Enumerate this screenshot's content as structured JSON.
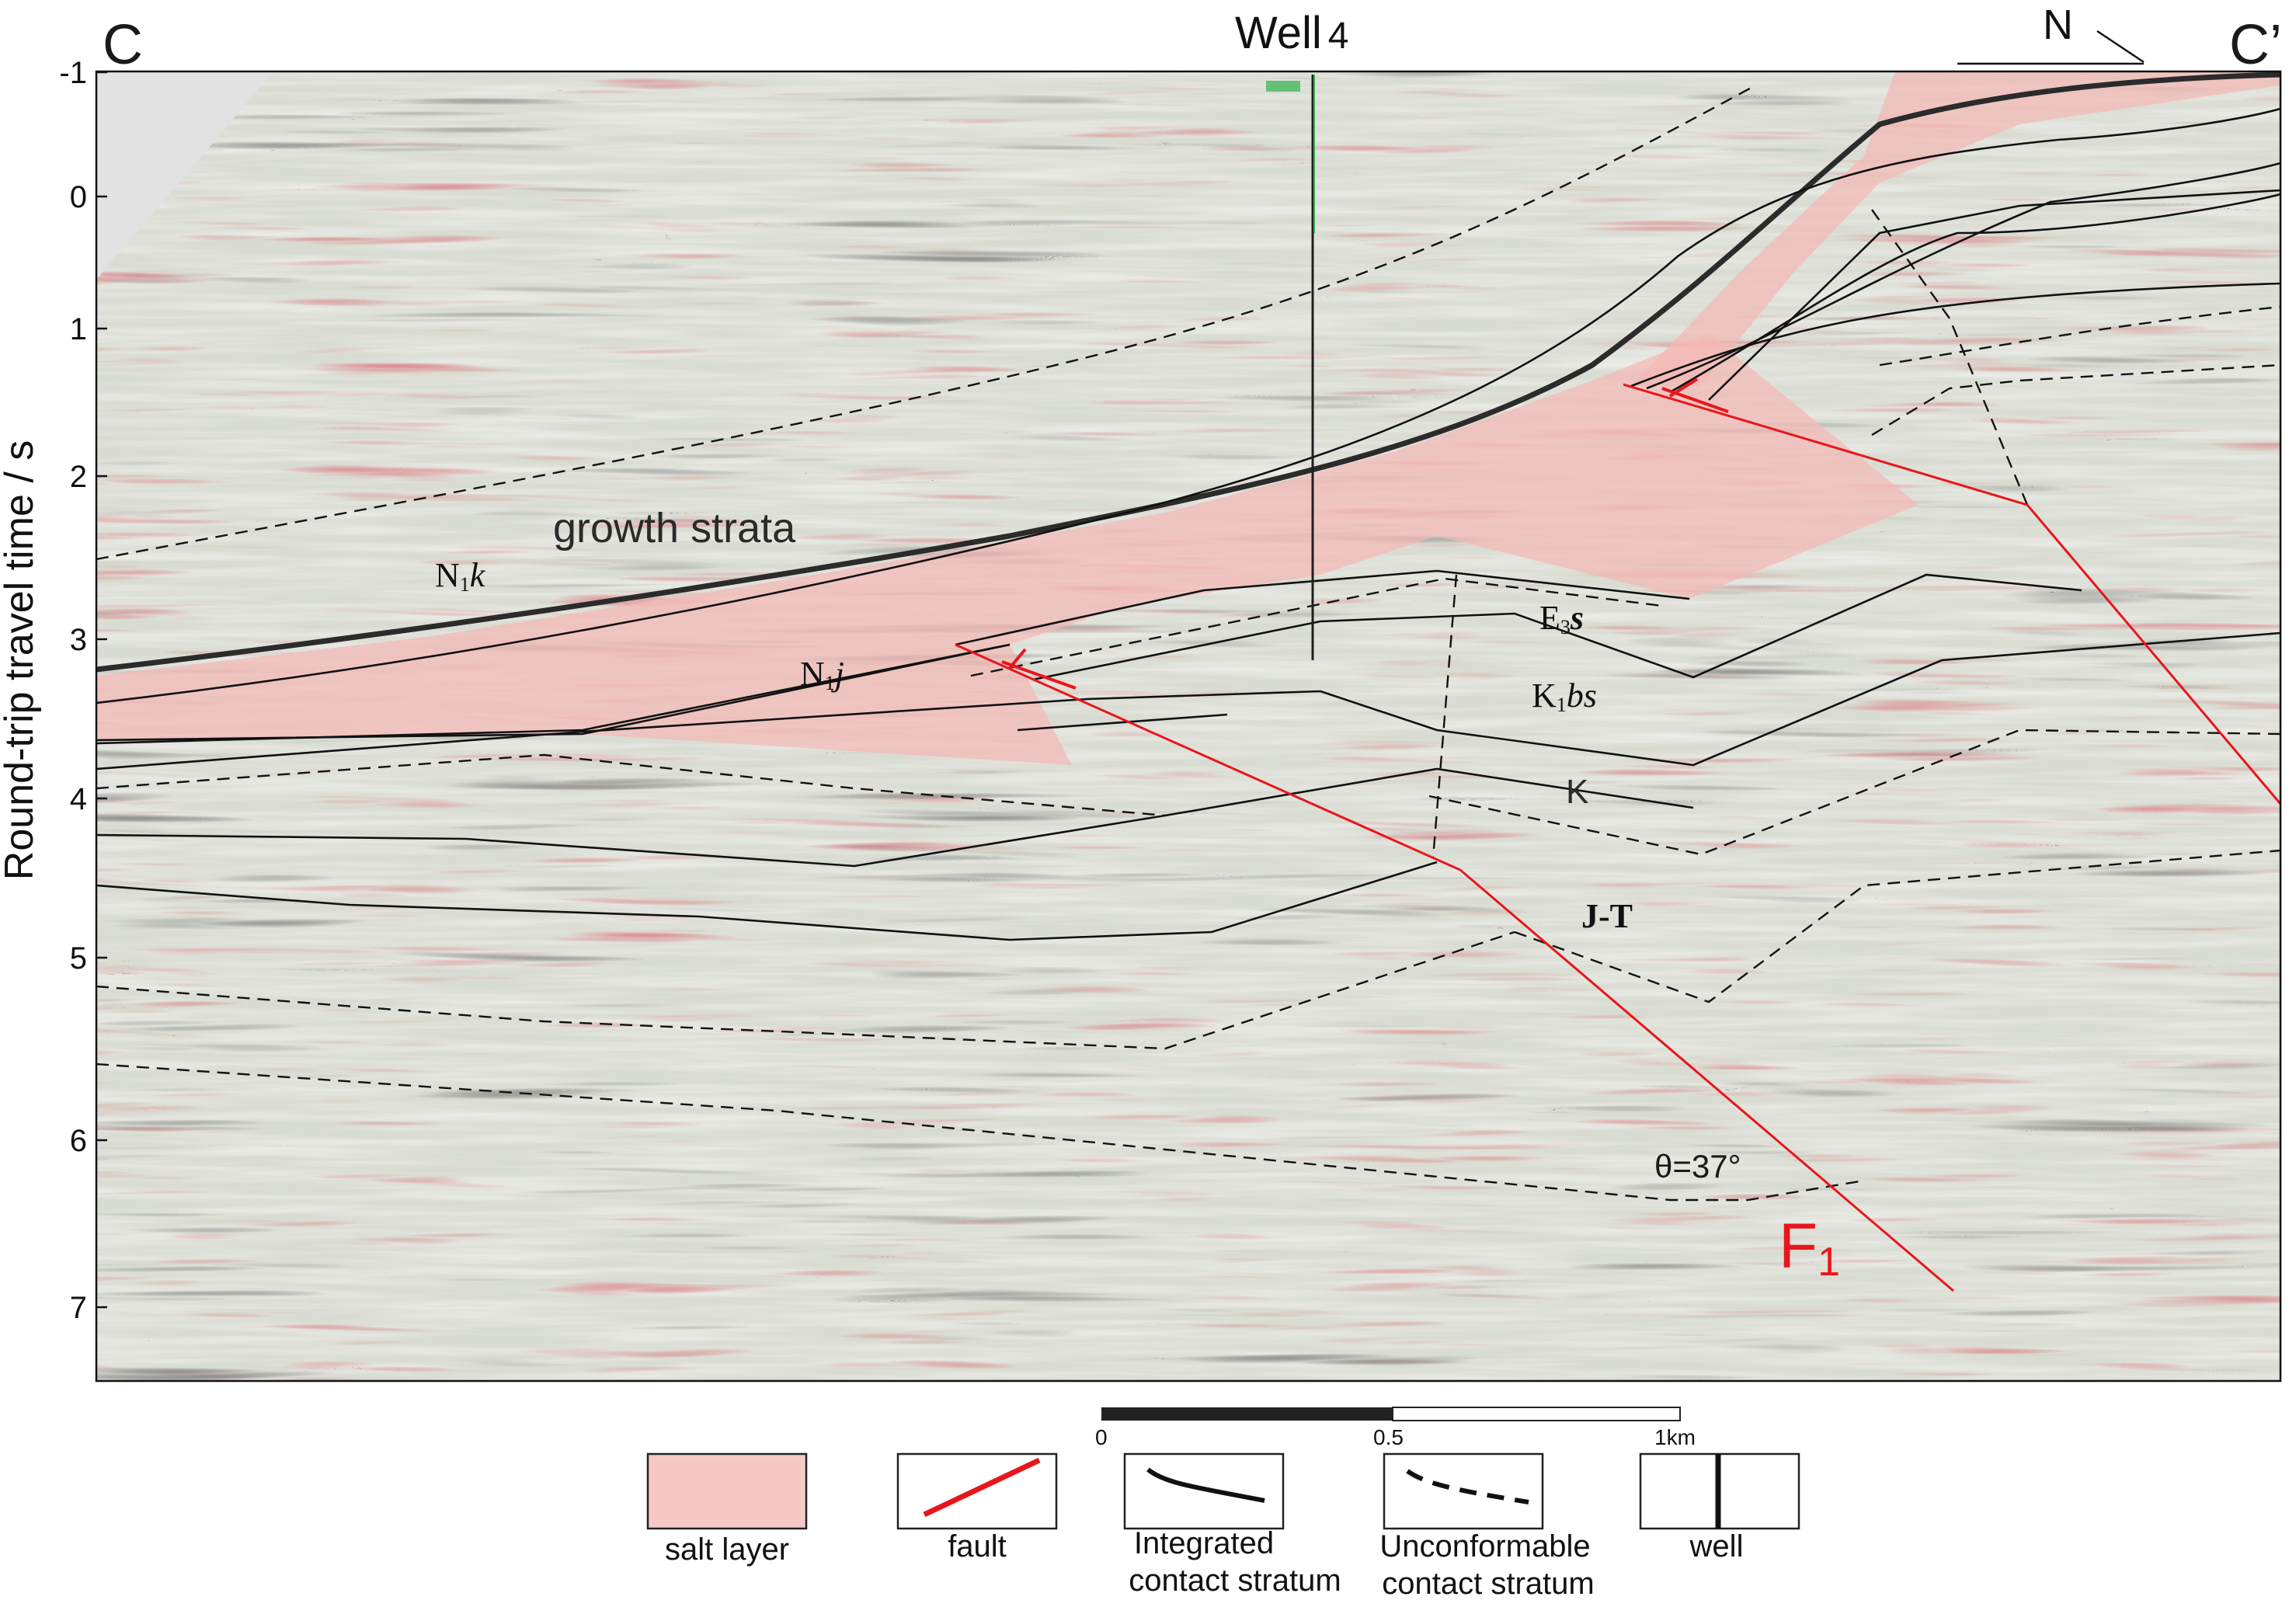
{
  "section": {
    "start_label": "C",
    "end_label": "C’",
    "north_label": "N",
    "well_label": "Well",
    "well_number": "4"
  },
  "axis": {
    "title": "Round-trip travel time / s",
    "ticks": [
      "-1",
      "0",
      "1",
      "2",
      "3",
      "4",
      "5",
      "6",
      "7"
    ]
  },
  "annotations": {
    "growth_strata": "growth strata",
    "n1k_main": "N",
    "n1k_sub": "1",
    "n1k_rest": "k",
    "n1j_main": "N",
    "n1j_sub": "1",
    "n1j_rest": "j",
    "e3s_main": "E",
    "e3s_sub": "3",
    "e3s_rest": "s",
    "k1bs_main": "K",
    "k1bs_sub": "1",
    "k1bs_rest": "bs",
    "k": "K",
    "jt": "J-T",
    "angle": "θ=37°",
    "fault_main": "F",
    "fault_sub": "1"
  },
  "scale_bar": {
    "labels": [
      "0",
      "0.5",
      "1km"
    ]
  },
  "legend": {
    "items": [
      {
        "line1": "salt layer",
        "line2": ""
      },
      {
        "line1": "fault",
        "line2": ""
      },
      {
        "line1": "Integrated",
        "line2": "contact stratum"
      },
      {
        "line1": "Unconformable",
        "line2": "contact stratum"
      },
      {
        "line1": "well",
        "line2": ""
      }
    ]
  },
  "colors": {
    "salt": "#f7c9c6",
    "fault": "#e8161b",
    "well_trace": "#2fb44a",
    "boundary": "#111111"
  }
}
